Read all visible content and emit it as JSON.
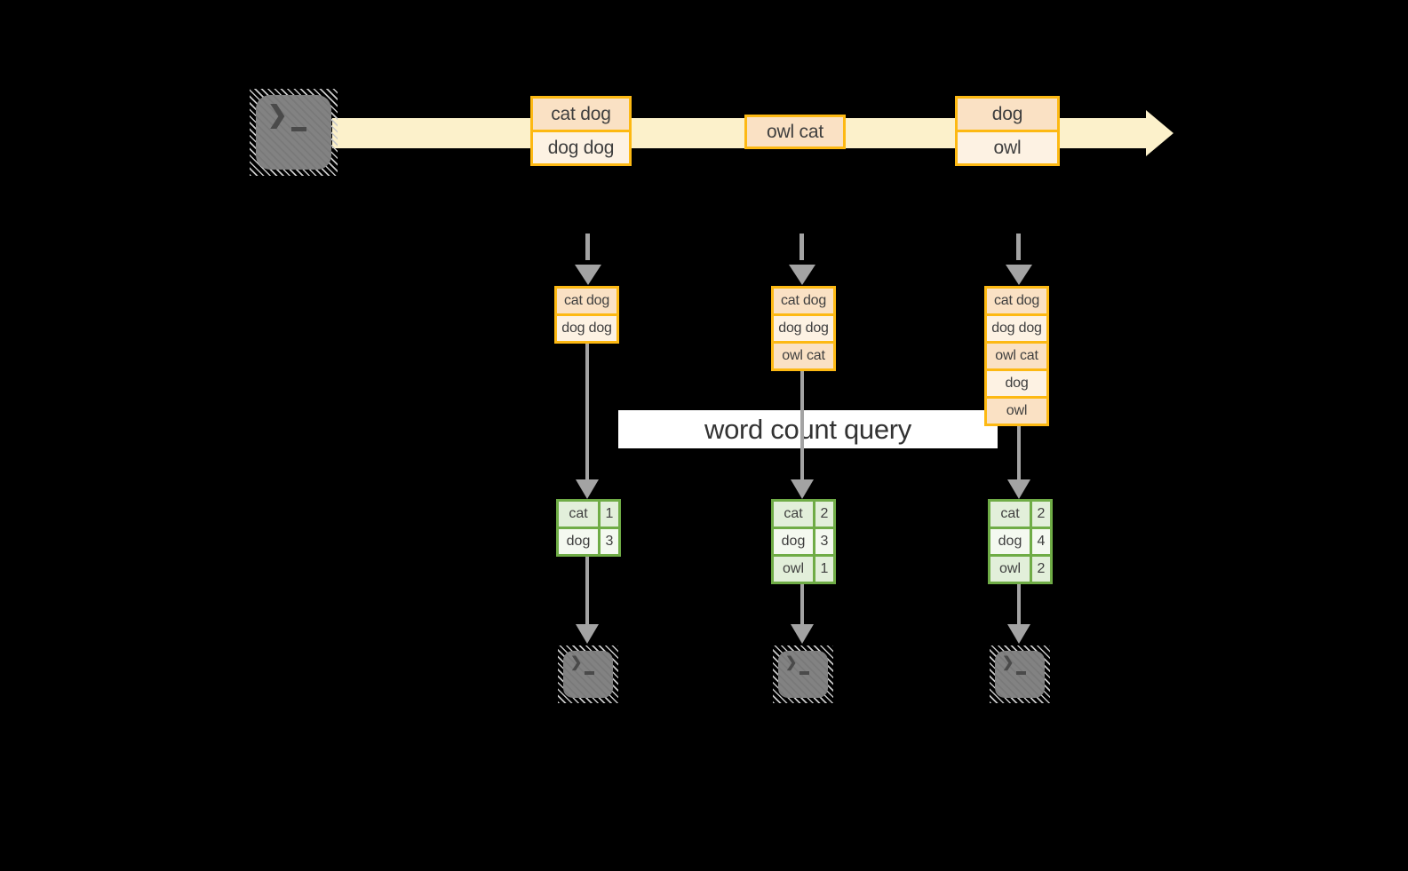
{
  "colors": {
    "background": "#000000",
    "stream_band": "#FCF1CB",
    "gold_border": "#FDB913",
    "event_fill_dark": "#FAE1C4",
    "event_fill_light": "#FDF2E3",
    "green_border": "#6FAC46",
    "green_fill_dark": "#E2EFDA",
    "green_fill_light": "#F4F9F0",
    "arrow_gray": "#A3A3A3",
    "terminal_gray": "#828282"
  },
  "query_band": {
    "label": "word count query"
  },
  "glyphs": {
    "prompt_chevron": "❯"
  },
  "stream": {
    "events": [
      {
        "rows": [
          "cat dog",
          "dog dog"
        ]
      },
      {
        "rows": [
          "owl cat"
        ]
      },
      {
        "rows": [
          "dog",
          "owl"
        ]
      }
    ]
  },
  "columns": [
    {
      "state_rows": [
        "cat dog",
        "dog dog"
      ],
      "table": {
        "rows": [
          {
            "word": "cat",
            "count": "1"
          },
          {
            "word": "dog",
            "count": "3"
          }
        ]
      }
    },
    {
      "state_rows": [
        "cat dog",
        "dog dog",
        "owl cat"
      ],
      "table": {
        "rows": [
          {
            "word": "cat",
            "count": "2"
          },
          {
            "word": "dog",
            "count": "3"
          },
          {
            "word": "owl",
            "count": "1"
          }
        ]
      }
    },
    {
      "state_rows": [
        "cat dog",
        "dog dog",
        "owl cat",
        "dog",
        "owl"
      ],
      "table": {
        "rows": [
          {
            "word": "cat",
            "count": "2"
          },
          {
            "word": "dog",
            "count": "4"
          },
          {
            "word": "owl",
            "count": "2"
          }
        ]
      }
    }
  ]
}
